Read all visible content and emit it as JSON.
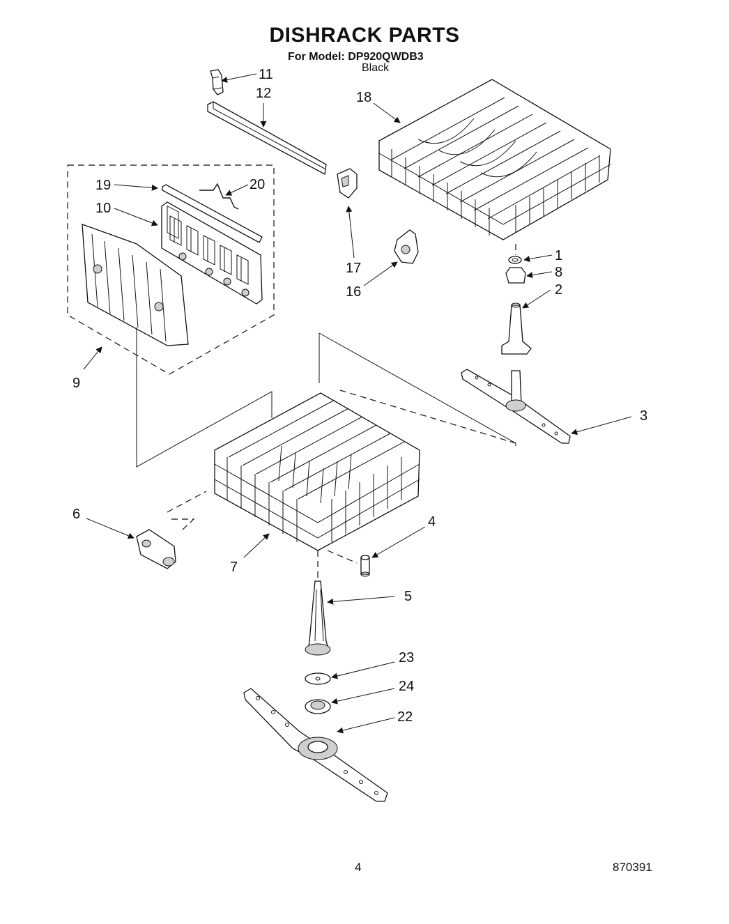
{
  "header": {
    "title": "DISHRACK PARTS",
    "model": "For Model: DP920QWDB3",
    "color": "Black"
  },
  "callouts": [
    {
      "id": "11",
      "label": "11"
    },
    {
      "id": "12",
      "label": "12"
    },
    {
      "id": "18",
      "label": "18"
    },
    {
      "id": "19",
      "label": "19"
    },
    {
      "id": "20",
      "label": "20"
    },
    {
      "id": "10",
      "label": "10"
    },
    {
      "id": "1",
      "label": "1"
    },
    {
      "id": "8",
      "label": "8"
    },
    {
      "id": "2",
      "label": "2"
    },
    {
      "id": "17",
      "label": "17"
    },
    {
      "id": "16",
      "label": "16"
    },
    {
      "id": "9",
      "label": "9"
    },
    {
      "id": "3",
      "label": "3"
    },
    {
      "id": "6",
      "label": "6"
    },
    {
      "id": "4",
      "label": "4"
    },
    {
      "id": "7",
      "label": "7"
    },
    {
      "id": "5",
      "label": "5"
    },
    {
      "id": "23",
      "label": "23"
    },
    {
      "id": "24",
      "label": "24"
    },
    {
      "id": "22",
      "label": "22"
    }
  ],
  "footer": {
    "page_number": "4",
    "document_number": "870391"
  }
}
